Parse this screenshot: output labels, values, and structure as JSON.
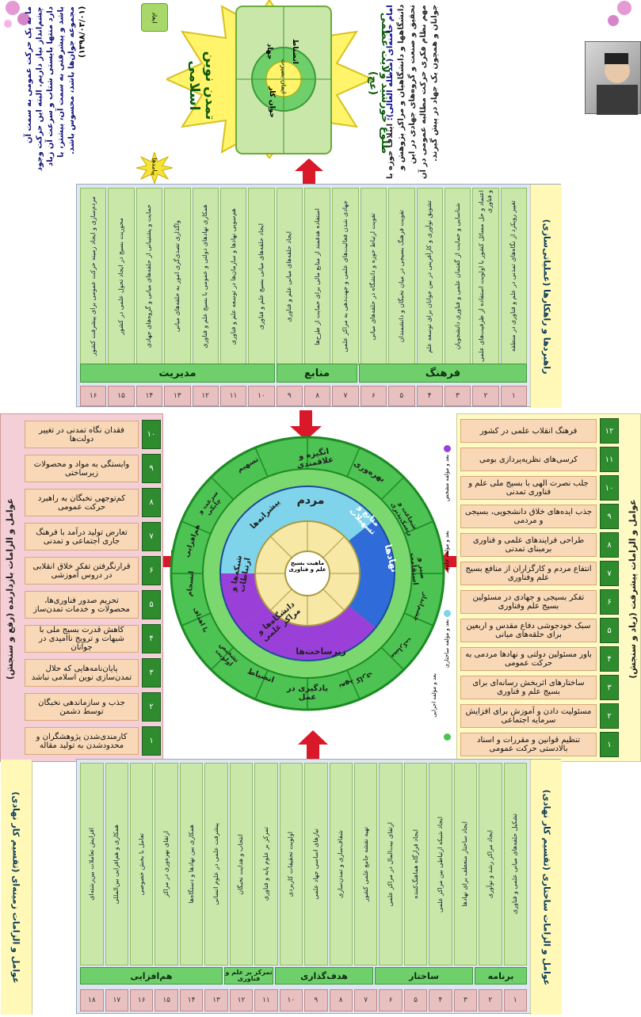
{
  "top": {
    "quote_title": "امام خامنه‌ای (مدظله العالی):",
    "quote_text": "ایتلاف حوزه با دانشگاهها و دانشگاهیان و مراکز پژوهش و تحقیق و صنعت و گروه‌های جهادی در این مهم نظام فکری حرکت مطالبه عمومی در آن جوانان و همچون یک جهاد در پیش گیرند.",
    "crown_title": "طلوع خورشید ولایت عظمی (عج)",
    "crown_sub": "تمدن نوین اسلامی",
    "crown_cells": [
      "انضباط",
      "ایمان بصیرت",
      "جوان کار",
      "جهاد"
    ],
    "crown_badge": "ابعاد",
    "sun_badge": "پیامدها",
    "right_quote": "ما به یک حرکت عمومی به سمت آن چشم‌انداز نیاز داریم. البته این حرکت وجود دارد منتها بایستی شتاب و سرعت آن زیاد باشد و پیشرفتی به سمت آن، بیشتر، با مجموعه جوان‌ها باشد، محسوس باشد.",
    "date": "(۱۳۹۸/۰۳/۰۱)"
  },
  "strategies": {
    "header": "راهبردها و راهکارها (عملیاتی‌سازی)",
    "categories": [
      "فرهنگ",
      "منابع",
      "مدیریت"
    ],
    "numbers": [
      "۱",
      "۲",
      "۳",
      "۴",
      "۵",
      "۶",
      "۷",
      "۸",
      "۹",
      "۱۰",
      "۱۱",
      "۱۲",
      "۱۳",
      "۱۴",
      "۱۵",
      "۱۶"
    ],
    "columns": [
      "تغییر رویکرد از نگاه‌های تمدنی در علم و فناوری در منطقه",
      "اعتماد و حل مسائل کشور با اولویت استفاده از ظرفیت‌های علمی و فناوری",
      "شناسایی و حمایت از گفتمان علمی و فناوری دانشجویان",
      "تشویق نوآوری و کارآفرینی در بین جوانان برای توسعه علم",
      "تقویت فرهنگ بسیجی در میان نخبگان و دانشمندان",
      "تقویت ارتباط حوزه و دانشگاه در حلقه‌های میانی",
      "جهادی شدن فعالیت‌های علمی و جهت‌دهی به مراکز علمی",
      "استفاده هدفمند از منابع مالی برای حمایت از طرح‌ها",
      "ایجاد حلقه‌های میانی علم و فناوری",
      "ایجاد حلقه‌های میانی بسیج علم و فناوری",
      "هم‌سویی نهادها و سازمان‌ها در توسعه علم و فناوری",
      "همکاری نهادهای دولتی و عمومی با بسیج علم و فناوری",
      "واگذاری تصدی‌گری امور به حلقه‌های میانی",
      "حمایت و پشتیبانی از حلقه‌های میانی و گروه‌های جهادی",
      "محوریت بسیج در ایجاد تحول علمی در کشور",
      "مردم‌سازی و ایجاد زمینه حرکت عمومی برای پیشرفت کشور"
    ]
  },
  "left_panel": {
    "title": "عوامل و الزامات بازدارنده (رفع و سنجش)",
    "items": [
      {
        "n": "۱۰",
        "t": "فقدان نگاه تمدنی در تغییر دولت‌ها"
      },
      {
        "n": "۹",
        "t": "وابستگی به مواد و محصولات زیرساختی"
      },
      {
        "n": "۸",
        "t": "کم‌توجهی نخبگان به راهبرد حرکت عمومی"
      },
      {
        "n": "۷",
        "t": "تعارض تولید درآمد با فرهنگ جاری اجتماعی و تمدنی"
      },
      {
        "n": "۶",
        "t": "قرارنگرفتن تفکر خلاق انقلابی در دروس آموزشی"
      },
      {
        "n": "۵",
        "t": "تحریم صدور فناوری‌ها، محصولات و خدمات تمدن‌ساز"
      },
      {
        "n": "۴",
        "t": "کاهش قدرت بسیج ملی با شبهات و ترویج ناامیدی در جوانان"
      },
      {
        "n": "۳",
        "t": "پایان‌نامه‌هایی که حلال تمدن‌سازی نوین اسلامی نباشد"
      },
      {
        "n": "۲",
        "t": "جذب و سازماندهی نخبگان توسط دشمن"
      },
      {
        "n": "۱",
        "t": "کارمندی‌شدن پژوهشگران و محدودشدن به تولید مقاله"
      }
    ]
  },
  "right_panel": {
    "title": "عوامل و الزامات پیشرفت (زیاد و سنجش)",
    "items": [
      {
        "n": "۱۲",
        "t": "فرهنگ انقلاب علمی در کشور"
      },
      {
        "n": "۱۱",
        "t": "کرسی‌های نظریه‌پردازی بومی"
      },
      {
        "n": "۱۰",
        "t": "جلب نصرت الهی با بسیج ملی علم و فناوری تمدنی"
      },
      {
        "n": "۹",
        "t": "جذب ایده‌های خلاق دانشجویی، بسیجی و مردمی"
      },
      {
        "n": "۸",
        "t": "طراحی فرایندهای علمی و فناوری برمبنای تمدنی"
      },
      {
        "n": "۷",
        "t": "انتفاع مردم و کارگزاران از منافع بسیج علم وفناوری"
      },
      {
        "n": "۶",
        "t": "تفکر بسیجی و جهادی در مسئولین بسیج علم وفناوری"
      },
      {
        "n": "۵",
        "t": "سبک خودجوشی دفاع مقدس و اربعین برای حلقه‌های میانی"
      },
      {
        "n": "۴",
        "t": "باور مسئولین دولتی و نهادها مردمی به حرکت عمومی"
      },
      {
        "n": "۳",
        "t": "ساختارهای اثربخش رسانه‌ای برای بسیج علم و فناوری"
      },
      {
        "n": "۲",
        "t": "مسئولیت دادن و آموزش برای افزایش سرمایه اجتماعی"
      },
      {
        "n": "۱",
        "t": "تنظیم قوانین و مقررات و اسناد بالادستی حرکت عمومی"
      }
    ]
  },
  "circle": {
    "center": "ماهیت بسیج علم و فناوری",
    "ring2": [
      "مردم",
      "نهادها",
      "زیرساخت‌ها",
      "دانشگاه‌ها و مراکز علمی",
      "شبکه‌ها و ارتباطات",
      "منابع و تسهیلات",
      "پیشرانه‌ها"
    ],
    "ring3": [
      "انگیزه و علاقمندی",
      "بهره‌وری",
      "شجاعت و ریسک‌پذیری",
      "صبر و استقامت",
      "چشم‌انداز",
      "مشارکت",
      "تعهد کاری",
      "یادگیری در عمل",
      "انضباط",
      "تشخیص اولویت",
      "با اهداف",
      "انسجام",
      "هم‌افزایی",
      "سرعت و چابکی",
      "تسهیم"
    ],
    "legend": [
      "بعد و مؤلفه مشخص",
      "بعد و مؤلفه جامع",
      "بعد و مؤلفه ساختاری",
      "بعد و مؤلفه اجرایی"
    ]
  },
  "bottom": {
    "header": "عوامل و الزامات ساختاری (تقسیم کار نهادی)",
    "header2": "عوامل و الزامات زمینه‌ای (تقسیم کار نهادی)",
    "categories": [
      "برنامه",
      "ساختار",
      "هدف‌گذاری",
      "تمرکز بر علم و فناوری",
      "هم‌افزایی"
    ],
    "numbers": [
      "۱",
      "۲",
      "۳",
      "۴",
      "۵",
      "۶",
      "۷",
      "۸",
      "۹",
      "۱۰",
      "۱۱",
      "۱۲",
      "۱۳",
      "۱۴",
      "۱۵",
      "۱۶",
      "۱۷",
      "۱۸"
    ],
    "columns": [
      "تشکیل حلقه‌های میانی علمی و فناوری",
      "ایجاد مراکز رشد و نوآوری",
      "ایجاد ساختار منعطف برای نهادها",
      "ایجاد شبکه ارتباطی بین مراکز علمی",
      "ایجاد قرارگاه هماهنگ‌کننده",
      "ارتقای بیت‌المال در مراکز علمی",
      "تهیه نقشه جامع علمی کشور",
      "شفاف‌سازی و تمدن‌سازی",
      "نیازهای اساسی جهاد علمی",
      "اولویت تحقیقات کاربردی",
      "تمرکز بر علوم پایه و فناوری",
      "انتخاب و هدایت نخبگان",
      "پیشرفت علمی در علوم انسانی",
      "همکاری بین نهادها و دستگاه‌ها",
      "ارتقای بهره‌وری در مراکز",
      "تعامل با بخش خصوصی",
      "همکاری و هم‌افزایی بین‌المللی",
      "افزایش تعاملات بین‌رشته‌ای"
    ]
  },
  "colors": {
    "green": "#6fcf6a",
    "light_green": "#c9e7a9",
    "yellow": "#fffbd0",
    "red_arrow": "#d9182a",
    "blue": "#2f6bd9",
    "purple": "#9b3fd9",
    "sky": "#7fd3ea"
  }
}
